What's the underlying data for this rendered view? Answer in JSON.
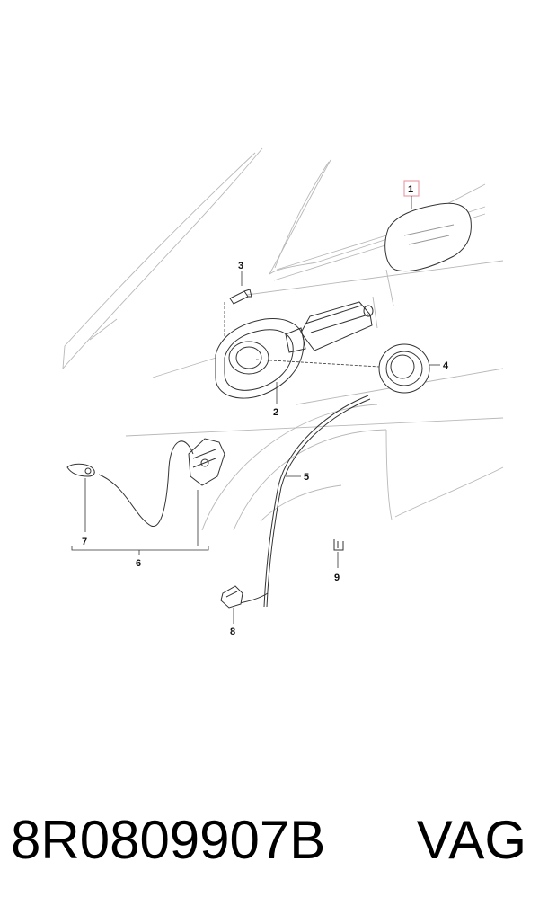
{
  "diagram": {
    "callouts": {
      "c1": "1",
      "c2": "2",
      "c3": "3",
      "c4": "4",
      "c5": "5",
      "c6": "6",
      "c7": "7",
      "c8": "8",
      "c9": "9"
    },
    "highlight_color": "#e8a0a8"
  },
  "footer": {
    "part_number": "8R0809907B",
    "brand": "VAG"
  }
}
